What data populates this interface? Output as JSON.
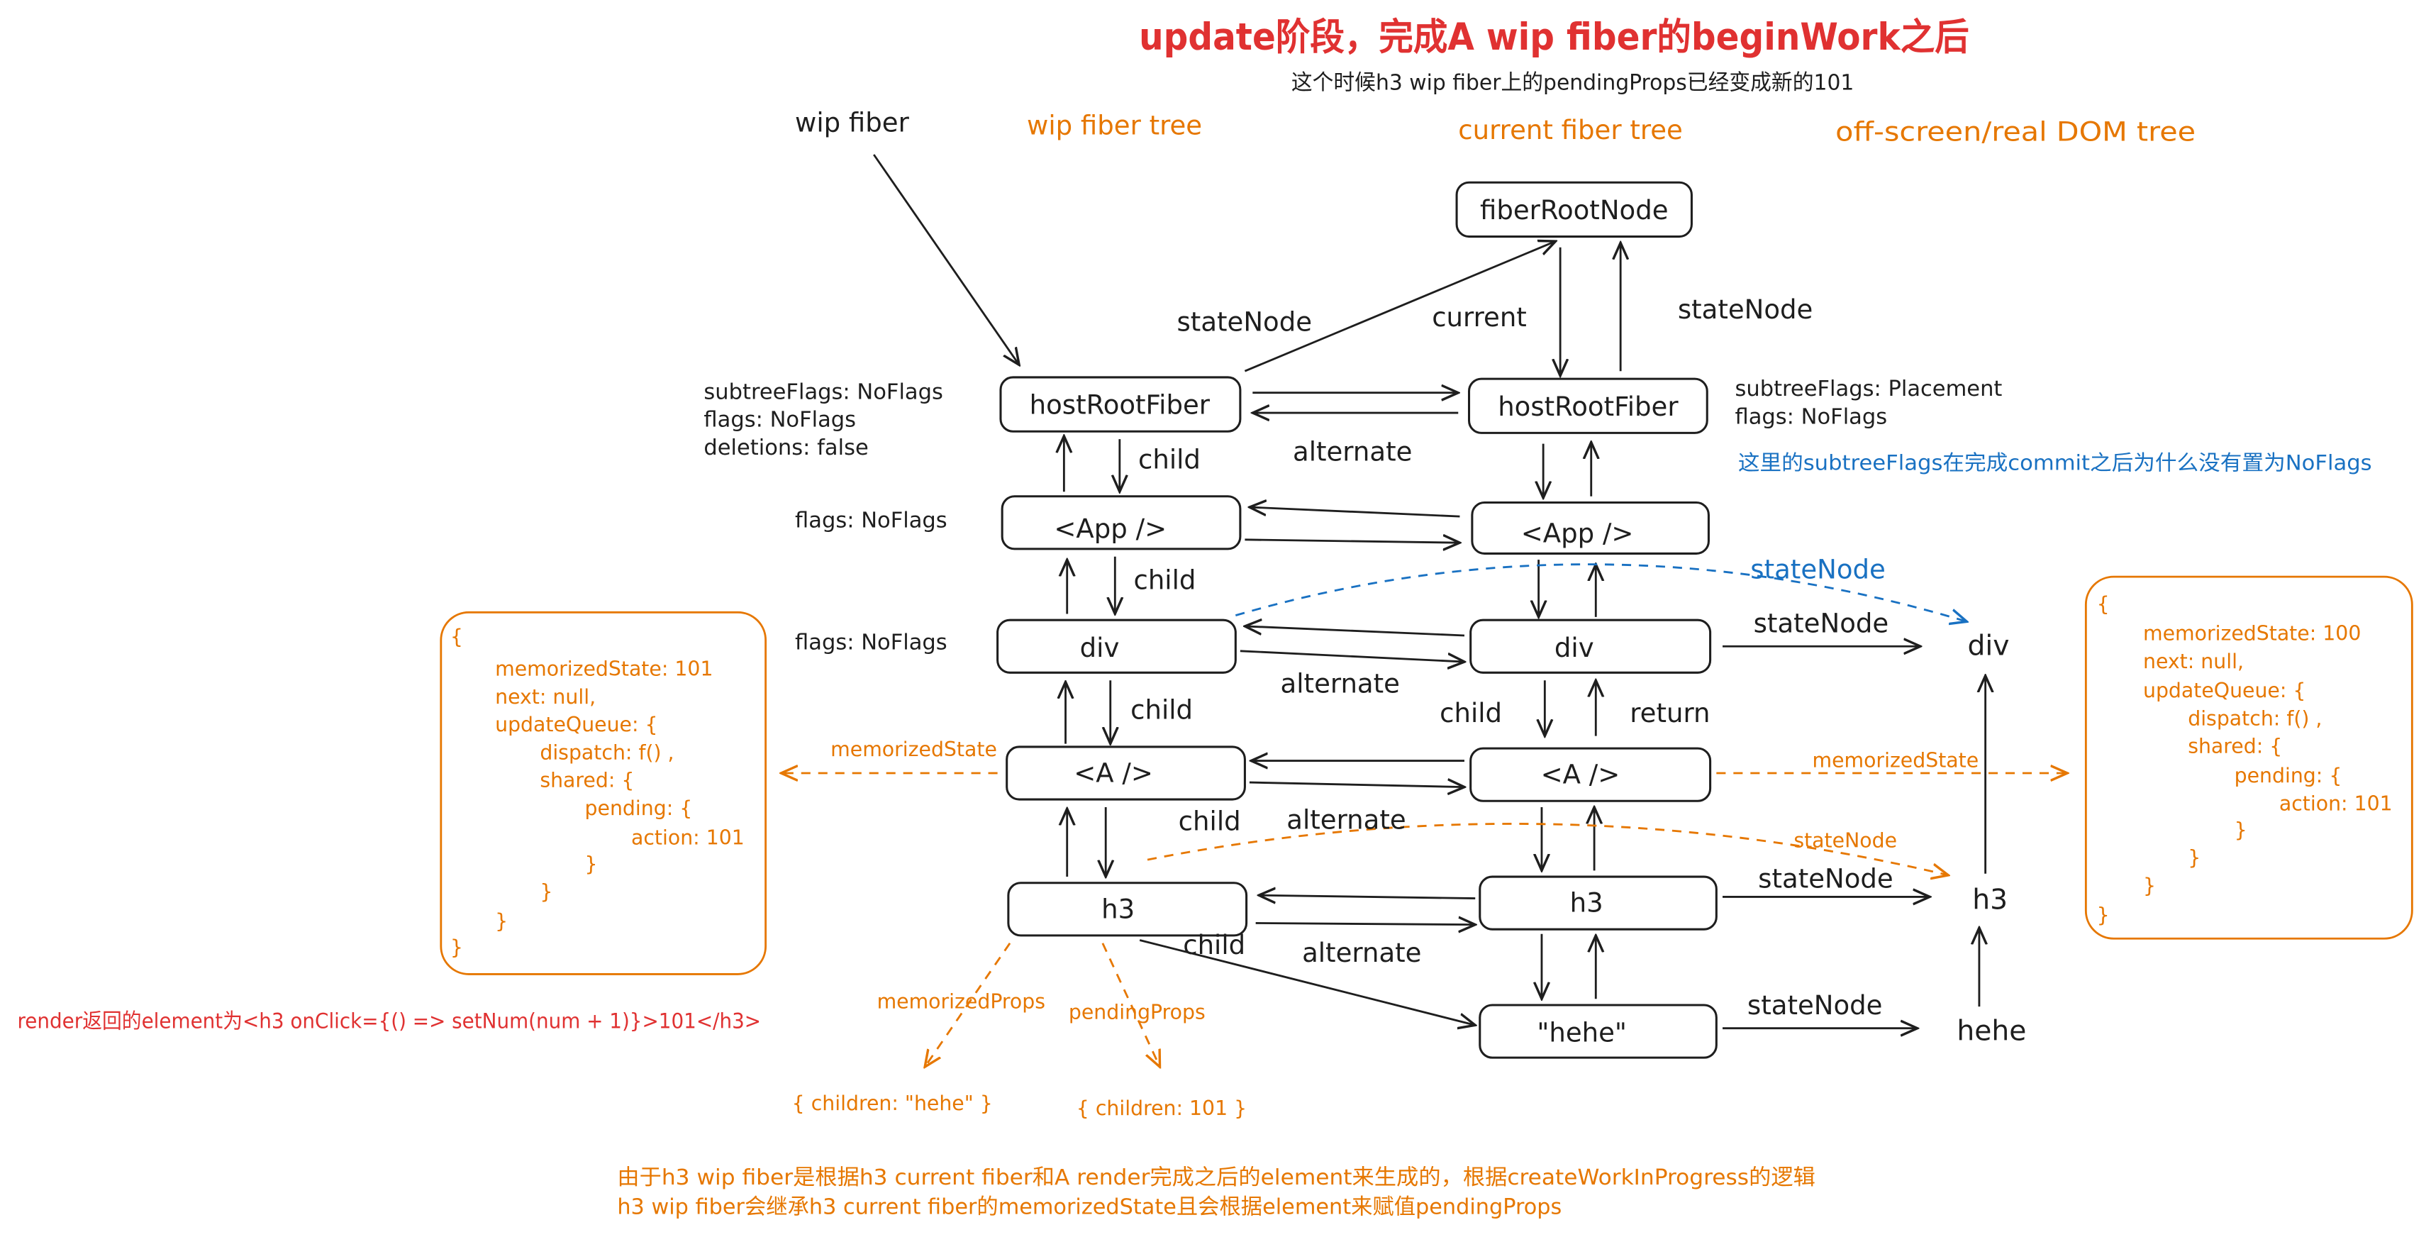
{
  "title": "update阶段，完成A wip fiber的beginWork之后",
  "subtitle": "这个时候h3 wip fiber上的pendingProps已经变成新的101",
  "headers": {
    "wip_fiber": "wip fiber",
    "wip_tree": "wip fiber tree",
    "current_tree": "current fiber tree",
    "dom_tree": "off-screen/real DOM tree"
  },
  "fiber_root": "fiberRootNode",
  "wip_fibers": {
    "host_root": "hostRootFiber",
    "app": "<App />",
    "div": "div",
    "a": "<A />",
    "h3": "h3"
  },
  "current_fibers": {
    "host_root": "hostRootFiber",
    "app": "<App />",
    "div": "div",
    "a": "<A />",
    "h3": "h3",
    "text": "\"hehe\""
  },
  "dom_nodes": {
    "div": "div",
    "h3": "h3",
    "text": "hehe"
  },
  "wip_host_root_flags": [
    "subtreeFlags: NoFlags",
    "flags: NoFlags",
    "deletions: false"
  ],
  "wip_app_flags": "flags: NoFlags",
  "wip_div_flags": "flags: NoFlags",
  "current_host_root_flags": [
    "subtreeFlags: Placement",
    "flags: NoFlags"
  ],
  "question_note": "这里的subtreeFlags在完成commit之后为什么没有置为NoFlags",
  "edge_labels": {
    "wip_root_state_node": "stateNode",
    "root_current": "current",
    "current_root_state_node": "stateNode",
    "wip_host_child": "child",
    "host_alternate": "alternate",
    "wip_app_child": "child",
    "wip_div_state_node": "stateNode",
    "current_div_state_node": "stateNode",
    "div_alternate": "alternate",
    "wip_div_child": "child",
    "current_div_child": "child",
    "current_a_return": "return",
    "wip_a_memorized_state": "memorizedState",
    "current_a_memorized_state": "memorizedState",
    "wip_a_child": "child",
    "a_alternate": "alternate",
    "wip_h3_state_node": "stateNode",
    "current_h3_state_node": "stateNode",
    "wip_h3_child": "child",
    "h3_alternate": "alternate",
    "text_state_node": "stateNode",
    "memorized_props": "memorizedProps",
    "pending_props": "pendingProps"
  },
  "memorized_props_value": "{ children: \"hehe\" }",
  "pending_props_value": "{ children: 101 }",
  "wip_state": [
    "{",
    "memorizedState: 101",
    "next: null,",
    "updateQueue: {",
    "dispatch: f() ,",
    "shared: {",
    "pending: {",
    "action: 101",
    "}",
    "}",
    "}",
    "}"
  ],
  "current_state": [
    "{",
    "memorizedState: 100",
    "next: null,",
    "updateQueue: {",
    "dispatch: f() ,",
    "shared: {",
    "pending: {",
    "action: 101",
    "}",
    "}",
    "}",
    "}"
  ],
  "render_note": "render返回的element为<h3 onClick={() => setNum(num + 1)}>101</h3>",
  "explanation": [
    "由于h3 wip fiber是根据h3 current fiber和A render完成之后的element来生成的，根据createWorkInProgress的逻辑",
    "h3 wip fiber会继承h3 current fiber的memorizedState且会根据element来赋值pendingProps"
  ],
  "colors": {
    "ink": "#1e1e1e",
    "title": "#e03131",
    "accent": "#e67700",
    "link": "#1971c2",
    "note": "#e03131"
  }
}
